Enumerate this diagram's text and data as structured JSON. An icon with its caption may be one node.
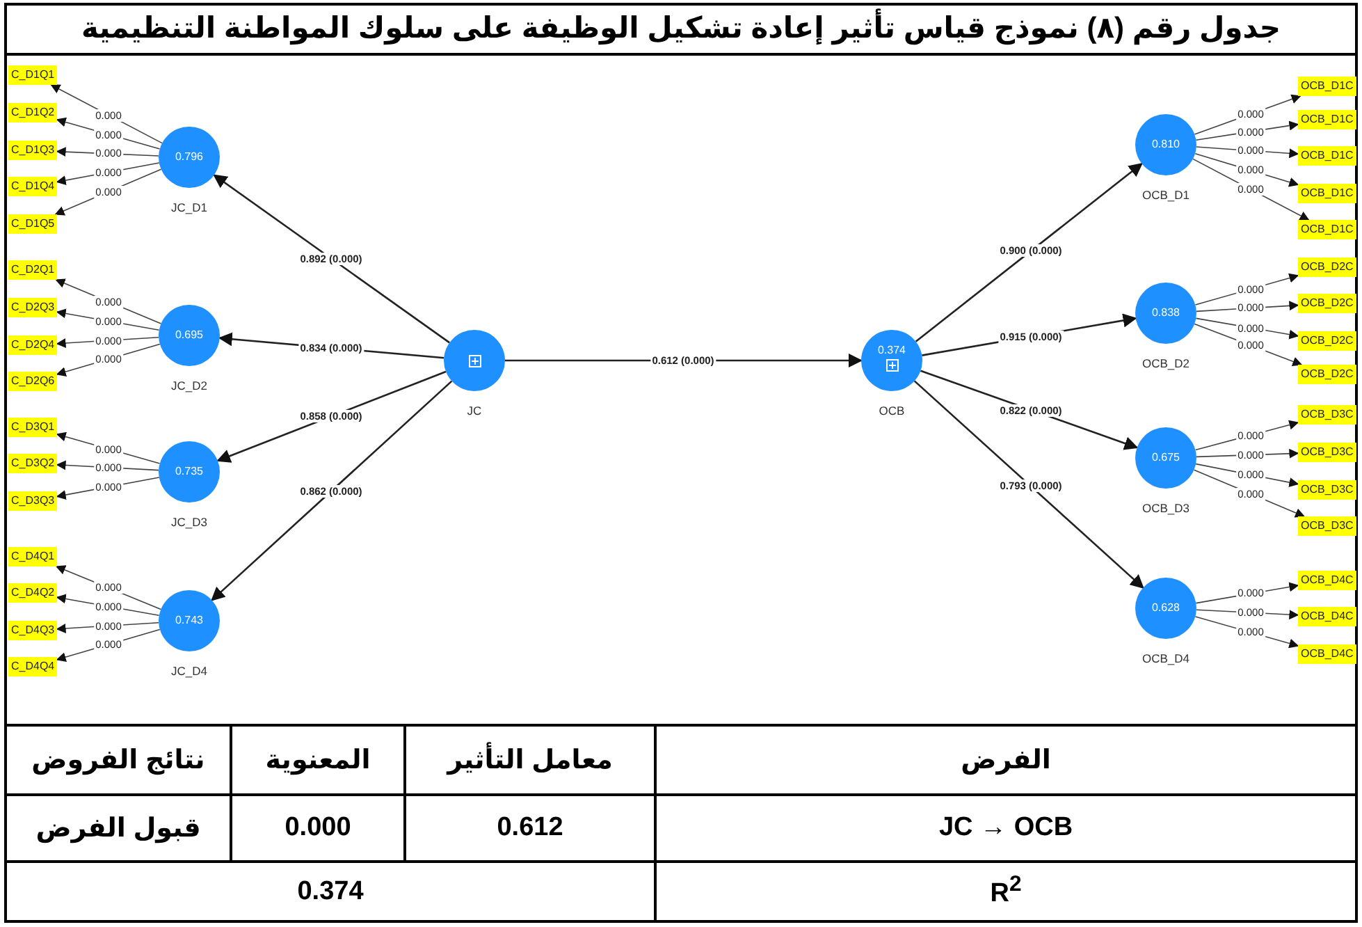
{
  "diagram": {
    "title": "جدول رقم (٨) نموذج قياس تأثير إعادة تشكيل الوظيفة على سلوك المواطنة التنظيمية",
    "nodes": [
      {
        "text": [
          "C_D1Q1"
        ]
      },
      {
        "text": [
          "C_D1Q2"
        ]
      },
      {
        "text": [
          "C_D1Q3"
        ]
      },
      {
        "text": [
          "C_D1Q4"
        ]
      },
      {
        "text": [
          "C_D1Q5"
        ]
      },
      {
        "text": [
          "C_D2Q1"
        ]
      },
      {
        "text": [
          "C_D2Q3"
        ]
      },
      {
        "text": [
          "C_D2Q4"
        ]
      },
      {
        "text": [
          "C_D2Q6"
        ]
      },
      {
        "text": [
          "C_D3Q1"
        ]
      },
      {
        "text": [
          "C_D3Q2"
        ]
      },
      {
        "text": [
          "C_D3Q3"
        ]
      },
      {
        "text": [
          "C_D4Q1"
        ]
      },
      {
        "text": [
          "C_D4Q2"
        ]
      },
      {
        "text": [
          "C_D4Q3"
        ]
      },
      {
        "text": [
          "C_D4Q4"
        ]
      },
      {
        "text": [
          "0.796",
          "JC_D1"
        ]
      },
      {
        "text": [
          "0.695",
          "JC_D2"
        ]
      },
      {
        "text": [
          "0.735",
          "JC_D3"
        ]
      },
      {
        "text": [
          "0.743",
          "JC_D4"
        ]
      },
      {
        "text": [
          "JC"
        ]
      },
      {
        "text": [
          "0.374",
          "OCB"
        ]
      },
      {
        "text": [
          "0.810",
          "OCB_D1"
        ]
      },
      {
        "text": [
          "0.838",
          "OCB_D2"
        ]
      },
      {
        "text": [
          "0.675",
          "OCB_D3"
        ]
      },
      {
        "text": [
          "0.628",
          "OCB_D4"
        ]
      },
      {
        "text": [
          "OCB_D1C"
        ]
      },
      {
        "text": [
          "OCB_D1C"
        ]
      },
      {
        "text": [
          "OCB_D1C"
        ]
      },
      {
        "text": [
          "OCB_D1C"
        ]
      },
      {
        "text": [
          "OCB_D1C"
        ]
      },
      {
        "text": [
          "OCB_D2C"
        ]
      },
      {
        "text": [
          "OCB_D2C"
        ]
      },
      {
        "text": [
          "OCB_D2C"
        ]
      },
      {
        "text": [
          "OCB_D2C"
        ]
      },
      {
        "text": [
          "OCB_D3C"
        ]
      },
      {
        "text": [
          "OCB_D3C"
        ]
      },
      {
        "text": [
          "OCB_D3C"
        ]
      },
      {
        "text": [
          "OCB_D3C"
        ]
      },
      {
        "text": [
          "OCB_D4C"
        ]
      },
      {
        "text": [
          "OCB_D4C"
        ]
      },
      {
        "text": [
          "OCB_D4C"
        ]
      }
    ],
    "edges": [
      {
        "from": 16,
        "to": 0,
        "arrow": "to",
        "label": "0.000"
      },
      {
        "from": 16,
        "to": 1,
        "arrow": "to",
        "label": "0.000"
      },
      {
        "from": 16,
        "to": 2,
        "arrow": "to",
        "label": "0.000"
      },
      {
        "from": 16,
        "to": 3,
        "arrow": "to",
        "label": "0.000"
      },
      {
        "from": 16,
        "to": 4,
        "arrow": "to",
        "label": "0.000"
      },
      {
        "from": 17,
        "to": 5,
        "arrow": "to",
        "label": "0.000"
      },
      {
        "from": 17,
        "to": 6,
        "arrow": "to",
        "label": "0.000"
      },
      {
        "from": 17,
        "to": 7,
        "arrow": "to",
        "label": "0.000"
      },
      {
        "from": 17,
        "to": 8,
        "arrow": "to",
        "label": "0.000"
      },
      {
        "from": 18,
        "to": 9,
        "arrow": "to",
        "label": "0.000"
      },
      {
        "from": 18,
        "to": 10,
        "arrow": "to",
        "label": "0.000"
      },
      {
        "from": 18,
        "to": 11,
        "arrow": "to",
        "label": "0.000"
      },
      {
        "from": 19,
        "to": 12,
        "arrow": "to",
        "label": "0.000"
      },
      {
        "from": 19,
        "to": 13,
        "arrow": "to",
        "label": "0.000"
      },
      {
        "from": 19,
        "to": 14,
        "arrow": "to",
        "label": "0.000"
      },
      {
        "from": 19,
        "to": 15,
        "arrow": "to",
        "label": "0.000"
      },
      {
        "from": 20,
        "to": 16,
        "arrow": "to",
        "label": "0.892 (0.000)"
      },
      {
        "from": 20,
        "to": 17,
        "arrow": "to",
        "label": "0.834 (0.000)"
      },
      {
        "from": 20,
        "to": 18,
        "arrow": "to",
        "label": "0.858 (0.000)"
      },
      {
        "from": 20,
        "to": 19,
        "arrow": "to",
        "label": "0.862 (0.000)"
      },
      {
        "from": 20,
        "to": 21,
        "arrow": "to",
        "label": "0.612 (0.000)"
      },
      {
        "from": 21,
        "to": 22,
        "arrow": "to",
        "label": "0.900 (0.000)"
      },
      {
        "from": 21,
        "to": 23,
        "arrow": "to",
        "label": "0.915 (0.000)"
      },
      {
        "from": 21,
        "to": 24,
        "arrow": "to",
        "label": "0.822 (0.000)"
      },
      {
        "from": 21,
        "to": 25,
        "arrow": "to",
        "label": "0.793 (0.000)"
      },
      {
        "from": 22,
        "to": 26,
        "arrow": "to",
        "label": "0.000"
      },
      {
        "from": 22,
        "to": 27,
        "arrow": "to",
        "label": "0.000"
      },
      {
        "from": 22,
        "to": 28,
        "arrow": "to",
        "label": "0.000"
      },
      {
        "from": 22,
        "to": 29,
        "arrow": "to",
        "label": "0.000"
      },
      {
        "from": 22,
        "to": 30,
        "arrow": "to",
        "label": "0.000"
      },
      {
        "from": 23,
        "to": 31,
        "arrow": "to",
        "label": "0.000"
      },
      {
        "from": 23,
        "to": 32,
        "arrow": "to",
        "label": "0.000"
      },
      {
        "from": 23,
        "to": 33,
        "arrow": "to",
        "label": "0.000"
      },
      {
        "from": 23,
        "to": 34,
        "arrow": "to",
        "label": "0.000"
      },
      {
        "from": 24,
        "to": 35,
        "arrow": "to",
        "label": "0.000"
      },
      {
        "from": 24,
        "to": 36,
        "arrow": "to",
        "label": "0.000"
      },
      {
        "from": 24,
        "to": 37,
        "arrow": "to",
        "label": "0.000"
      },
      {
        "from": 24,
        "to": 38,
        "arrow": "to",
        "label": "0.000"
      },
      {
        "from": 25,
        "to": 39,
        "arrow": "to",
        "label": "0.000"
      },
      {
        "from": 25,
        "to": 40,
        "arrow": "to",
        "label": "0.000"
      },
      {
        "from": 25,
        "to": 41,
        "arrow": "to",
        "label": "0.000"
      }
    ],
    "labels": [
      "الفرض",
      "معامل التأثير",
      "المعنوية",
      "نتائج الفروض",
      "JC → OCB",
      "0.612",
      "0.000",
      "قبول الفرض",
      "R$^{2}$",
      "0.374"
    ]
  }
}
